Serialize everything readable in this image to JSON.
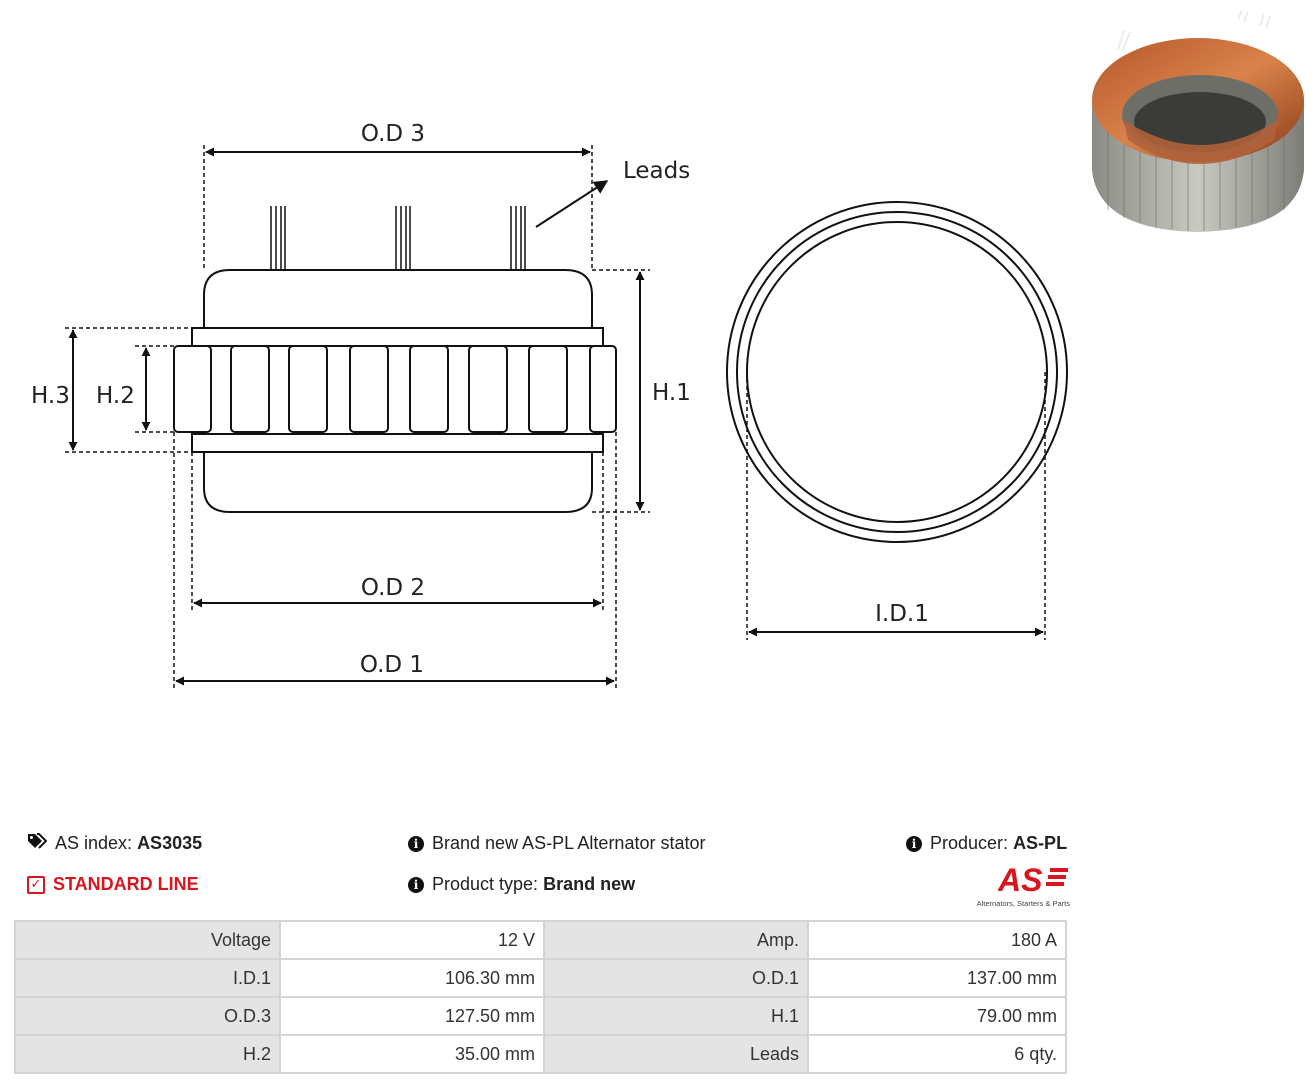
{
  "drawing": {
    "labels": {
      "od3": "O.D 3",
      "leads": "Leads",
      "h3": "H.3",
      "h2": "H.2",
      "h1": "H.1",
      "od2": "O.D 2",
      "od1": "O.D 1",
      "id1": "I.D.1"
    }
  },
  "product_photo": {
    "description_icon": "stator-photo"
  },
  "info": {
    "as_index_label": "AS index:",
    "as_index_value": "AS3035",
    "standard_line": "STANDARD LINE",
    "description": "Brand new AS-PL Alternator stator",
    "product_type_label": "Product type:",
    "product_type_value": "Brand new",
    "producer_label": "Producer:",
    "producer_value": "AS-PL",
    "logo_text": "AS",
    "logo_tagline": "Alternators, Starters & Parts"
  },
  "specs": [
    {
      "label1": "Voltage",
      "value1": "12 V",
      "label2": "Amp.",
      "value2": "180 A"
    },
    {
      "label1": "I.D.1",
      "value1": "106.30 mm",
      "label2": "O.D.1",
      "value2": "137.00 mm"
    },
    {
      "label1": "O.D.3",
      "value1": "127.50 mm",
      "label2": "H.1",
      "value2": "79.00 mm"
    },
    {
      "label1": "H.2",
      "value1": "35.00 mm",
      "label2": "Leads",
      "value2": "6 qty."
    }
  ],
  "colors": {
    "brand_red": "#d9161f",
    "table_label_bg": "#e4e4e4",
    "table_border": "#d4d4d4"
  }
}
